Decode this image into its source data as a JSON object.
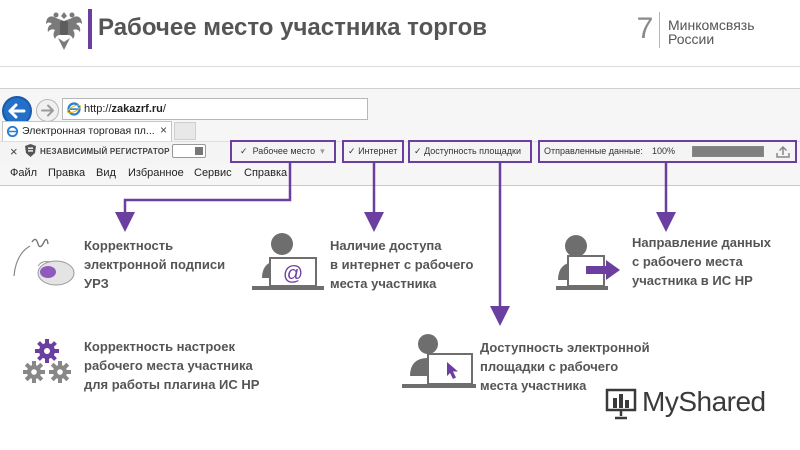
{
  "header": {
    "title": "Рабочее место участника торгов",
    "page_number": "7",
    "ministry_line1": "Минкомсвязь",
    "ministry_line2": "России",
    "accent_color": "#6b3fa0"
  },
  "browser": {
    "url_prefix": "http://",
    "url_domain": "zakazrf.ru",
    "url_suffix": "/",
    "tab_title": "Электронная торговая пл...",
    "tab_close": "×",
    "toolbar": {
      "close": "×",
      "registrar": "НЕЗАВИСИМЫЙ РЕГИСТРАТОР",
      "workplace": "Рабочее место",
      "internet": "Интернет",
      "availability": "Доступность площадки",
      "sent_label": "Отправленные данные:",
      "sent_value": "100%",
      "sent_fraction": 1.0,
      "check_mark": "✓",
      "dropdown_mark": "▾"
    },
    "menu": [
      "Файл",
      "Правка",
      "Вид",
      "Избранное",
      "Сервис",
      "Справка"
    ]
  },
  "features": {
    "signature": [
      "Корректность",
      "электронной подписи",
      "УРЗ"
    ],
    "internet": [
      "Наличие доступа",
      "в интернет с рабочего",
      "места участника"
    ],
    "direction": [
      "Направление данных",
      "с рабочего места",
      "участника в ИС НР"
    ],
    "settings": [
      "Корректность настроек",
      "рабочего места участника",
      "для работы плагина ИС НР"
    ],
    "availability": [
      "Доступность электронной",
      "площадки с рабочего",
      "места участника"
    ]
  },
  "watermark": {
    "text_a": "My",
    "text_b": "Shared"
  },
  "icons": {
    "emblem": "russian-emblem-icon",
    "back": "back-arrow-icon",
    "forward": "forward-arrow-icon",
    "ie": "internet-explorer-icon",
    "shield": "shield-icon",
    "upload": "upload-icon",
    "mouse": "mouse-signature-icon",
    "user_at": "user-email-icon",
    "user_arrow": "user-data-arrow-icon",
    "gears": "gears-icon",
    "user_click": "user-click-icon"
  }
}
